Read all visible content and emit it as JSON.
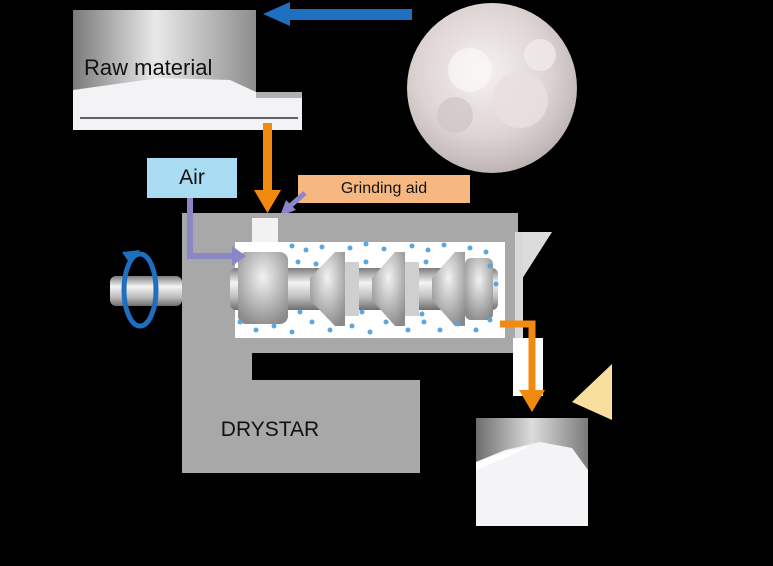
{
  "diagram": {
    "labels": {
      "raw_material": "Raw material",
      "air": "Air",
      "grinding_aid": "Grinding aid",
      "machine_name": "DRYSTAR"
    },
    "colors": {
      "background": "#000000",
      "feed_arrow": "#1e6fbf",
      "material_flow": "#f28a0f",
      "air_flow": "#8a86c8",
      "air_box": "#a9dcf2",
      "grinding_aid_box": "#f7b780",
      "machine_body": "#a8a8a8",
      "media_beads": "#5aa7e0",
      "product_marker": "#f8df9e"
    }
  }
}
